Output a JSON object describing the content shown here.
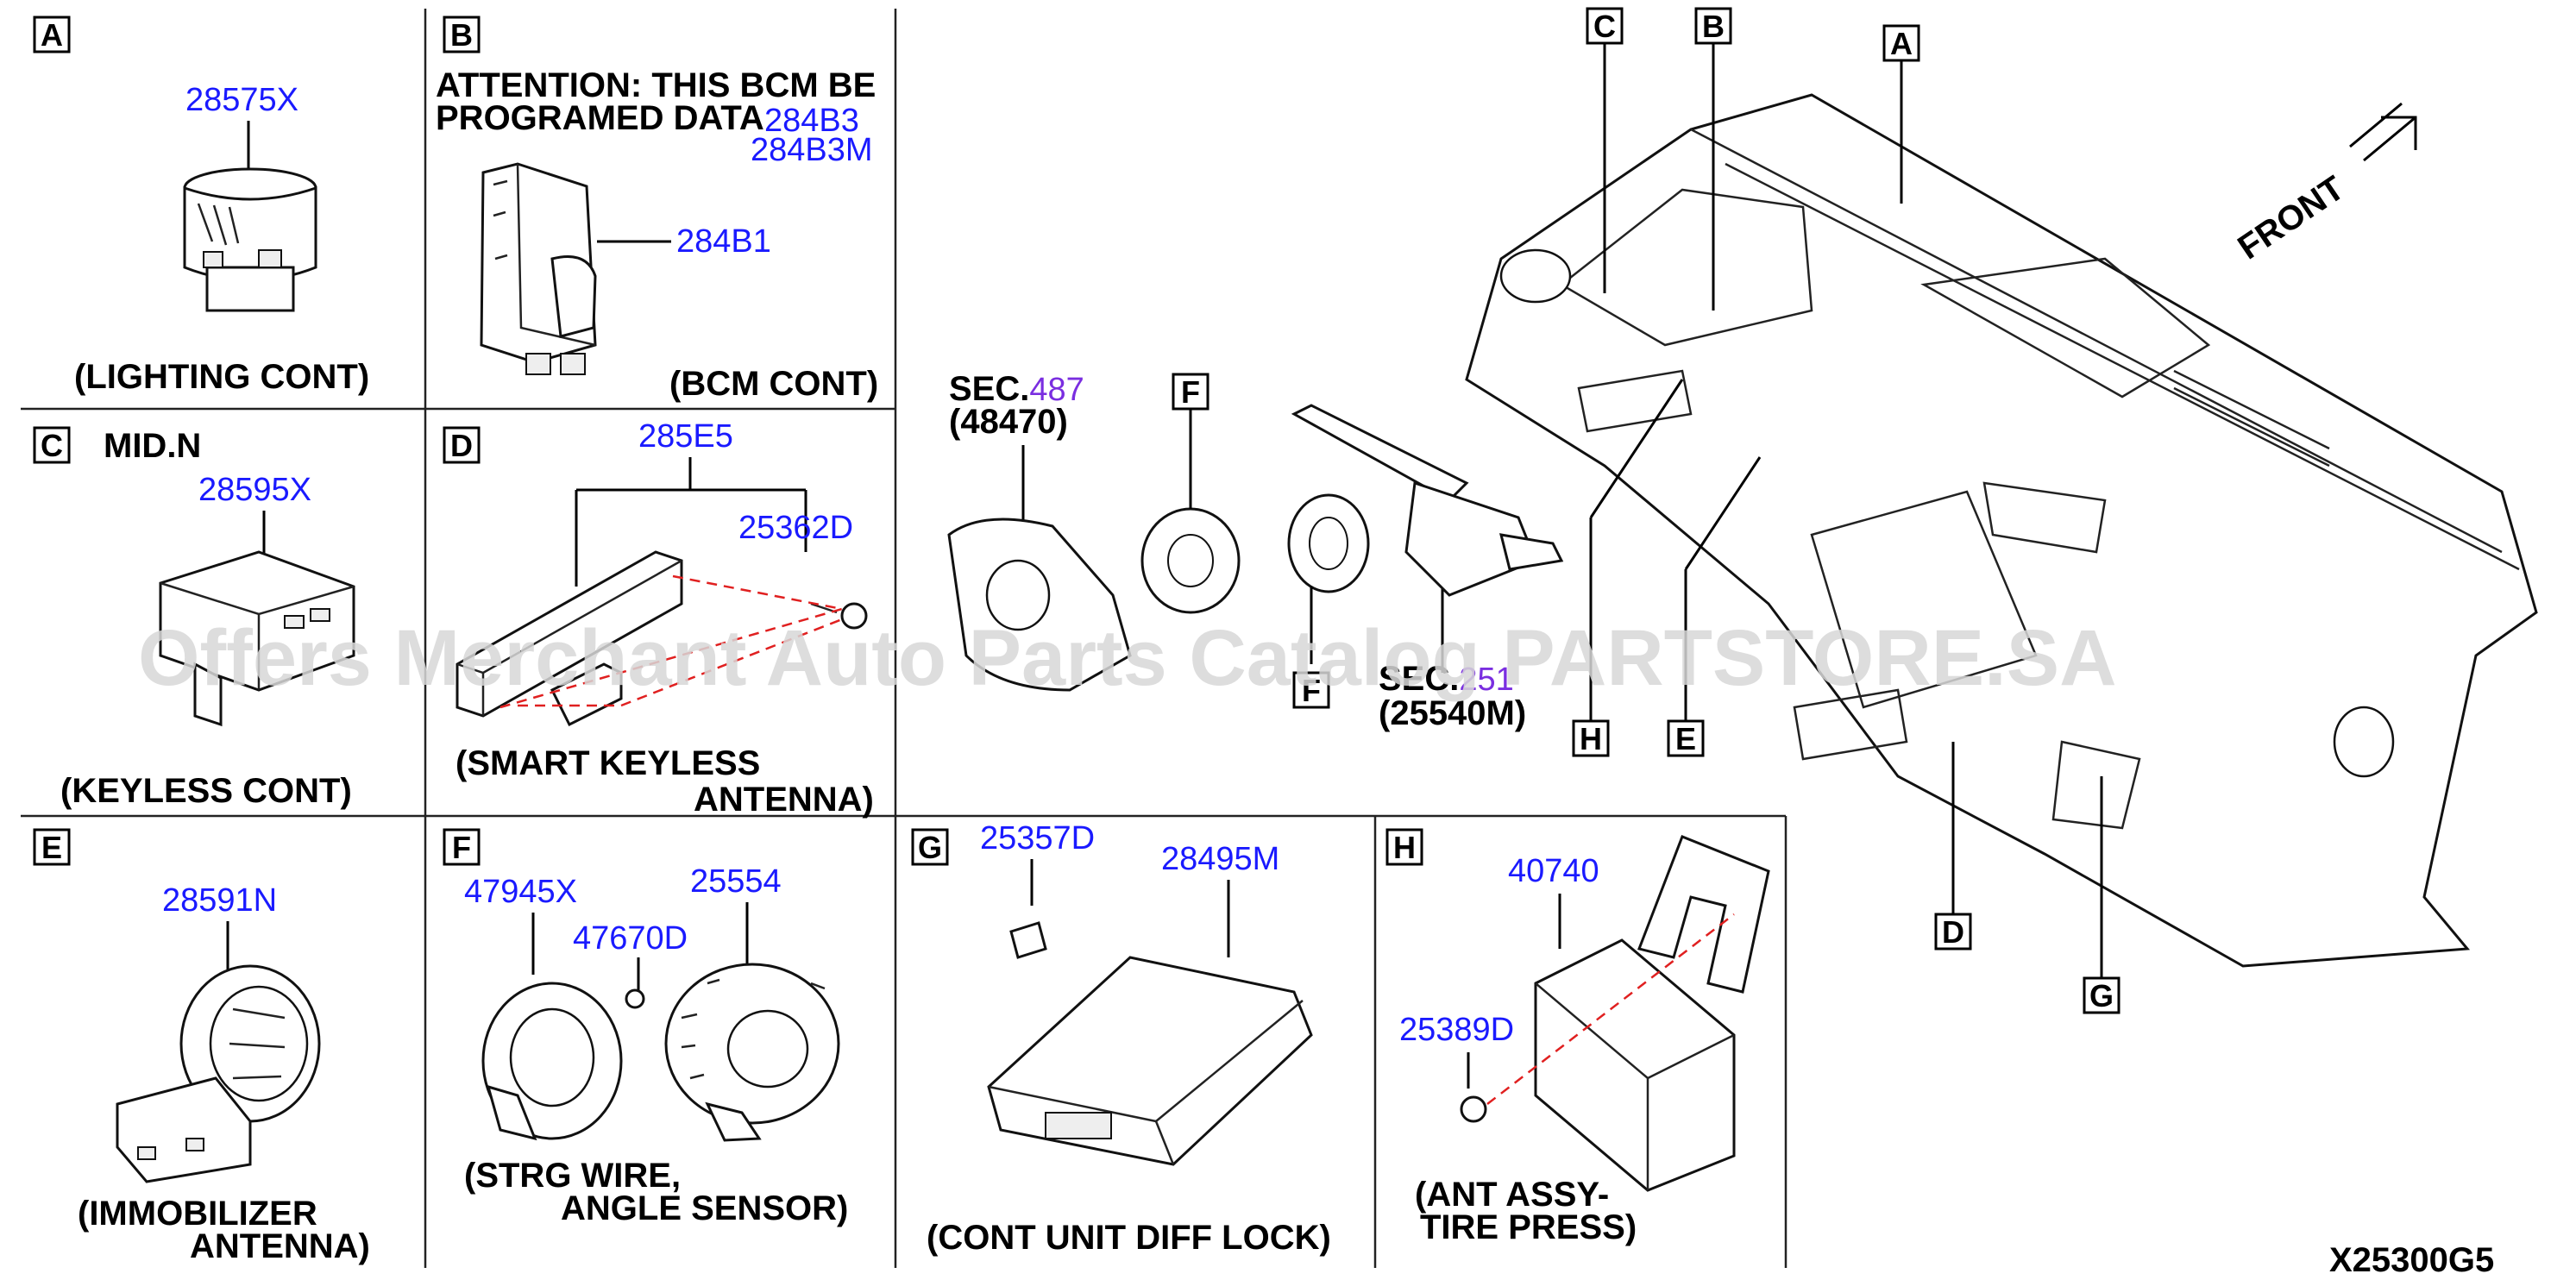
{
  "diagram_code": "X25300G5",
  "watermark": "Offers Merchant Auto Parts Catalog PARTSTORE.SA",
  "panels": {
    "A": {
      "letter": "A",
      "parts": [
        "28575X"
      ],
      "caption": "(LIGHTING CONT)"
    },
    "B": {
      "letter": "B",
      "attention": [
        "ATTENTION: THIS BCM BE",
        "PROGRAMED DATA"
      ],
      "parts": [
        "284B3",
        "284B3M",
        "284B1"
      ],
      "caption": "(BCM CONT)"
    },
    "C": {
      "letter": "C",
      "note": "MID.N",
      "parts": [
        "28595X"
      ],
      "caption": "(KEYLESS CONT)"
    },
    "D": {
      "letter": "D",
      "parts": [
        "285E5",
        "25362D"
      ],
      "caption": [
        "(SMART KEYLESS",
        "ANTENNA)"
      ]
    },
    "E": {
      "letter": "E",
      "parts": [
        "28591N"
      ],
      "caption": [
        "(IMMOBILIZER",
        "ANTENNA)"
      ]
    },
    "F": {
      "letter": "F",
      "parts": [
        "47945X",
        "47670D",
        "25554"
      ],
      "caption": [
        "(STRG WIRE,",
        "ANGLE SENSOR)"
      ]
    },
    "G": {
      "letter": "G",
      "parts": [
        "25357D",
        "28495M"
      ],
      "caption": "(CONT UNIT DIFF LOCK)"
    },
    "H": {
      "letter": "H",
      "parts": [
        "40740",
        "25389D"
      ],
      "caption": [
        "(ANT ASSY-",
        "TIRE PRESS)"
      ]
    }
  },
  "main": {
    "sec1": {
      "prefix": "SEC.",
      "number": "487",
      "sub": "(48470)"
    },
    "sec2": {
      "prefix": "SEC.",
      "number": "251",
      "sub": "(25540M)"
    },
    "front_label": "FRONT",
    "callouts": [
      "C",
      "B",
      "A",
      "F",
      "F",
      "H",
      "E",
      "D",
      "G"
    ]
  }
}
